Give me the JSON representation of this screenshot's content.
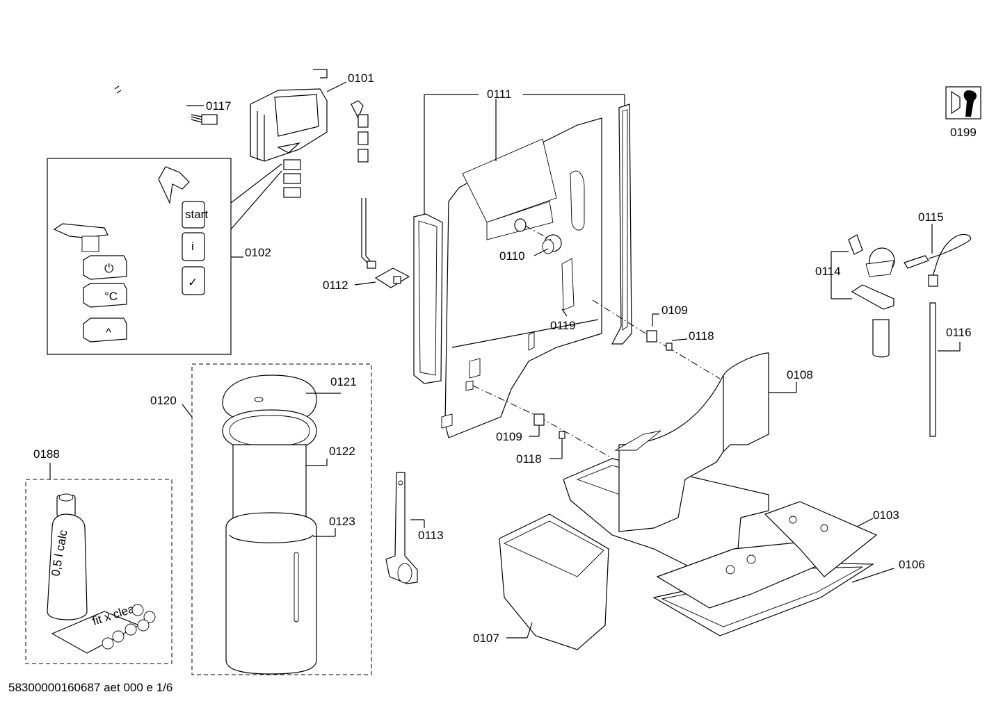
{
  "parts": {
    "p0101": "0101",
    "p0102": "0102",
    "p0103": "0103",
    "p0106": "0106",
    "p0107": "0107",
    "p0108": "0108",
    "p0109a": "0109",
    "p0109b": "0109",
    "p0110": "0110",
    "p0111": "0111",
    "p0112": "0112",
    "p0113": "0113",
    "p0114": "0114",
    "p0115": "0115",
    "p0116": "0116",
    "p0117": "0117",
    "p0118a": "0118",
    "p0118b": "0118",
    "p0119": "0119",
    "p0120": "0120",
    "p0121": "0121",
    "p0122": "0122",
    "p0123": "0123",
    "p0188": "0188",
    "p0199": "0199"
  },
  "button_marks": {
    "start": "start",
    "info": "i",
    "ok": "✓",
    "temp": "°C",
    "power": "⏻",
    "up": "^"
  },
  "product_labels": {
    "bottle": "0,5 l calc",
    "tablets": "fit x clean"
  },
  "footer": "58300000160687 aet 000 e 1/6"
}
